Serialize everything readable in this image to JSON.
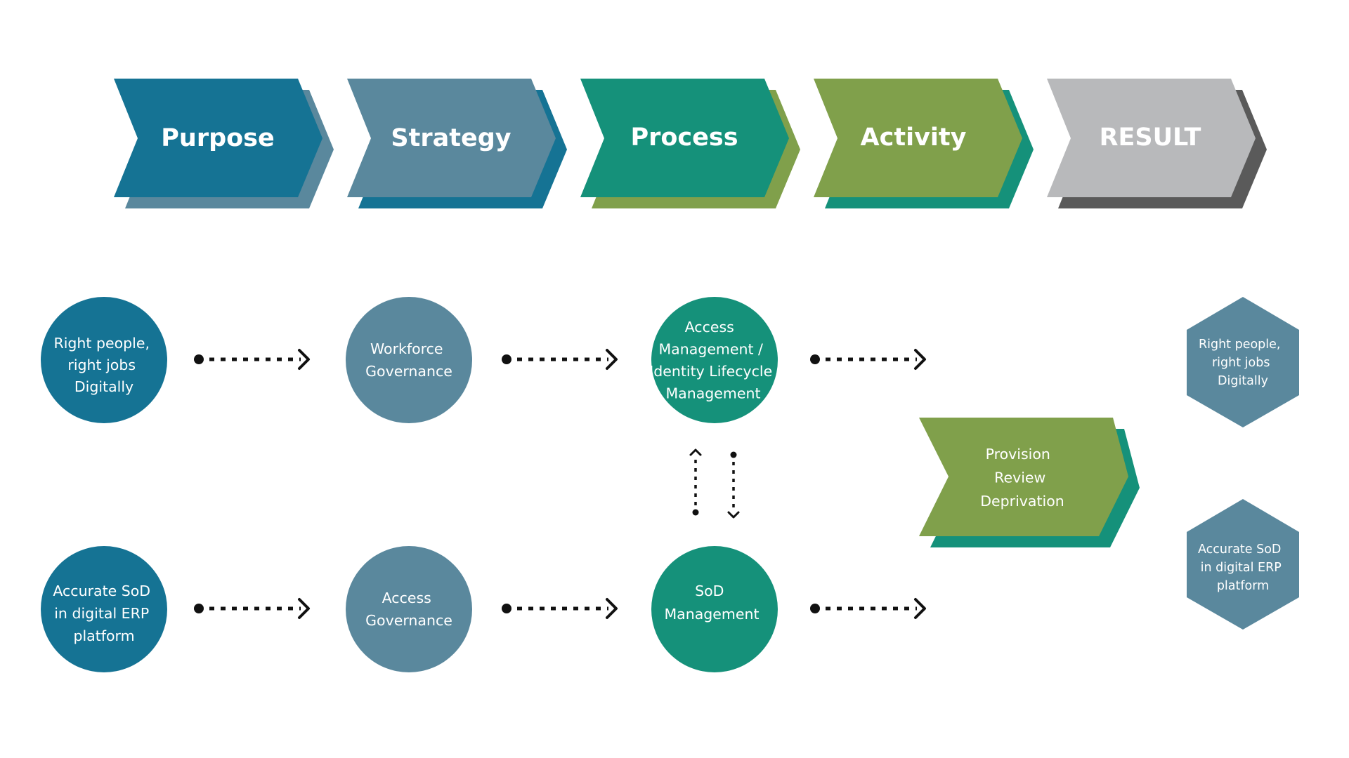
{
  "colors": {
    "purpose": "#157394",
    "strategy": "#5a889d",
    "process": "#15917a",
    "activity": "#80a04b",
    "result": "#b8b9bb",
    "result_shadow": "#5a5a5a",
    "connector": "#111111",
    "text": "#ffffff"
  },
  "header": {
    "purpose": "Purpose",
    "strategy": "Strategy",
    "process": "Process",
    "activity": "Activity",
    "result": "RESULT"
  },
  "nodes": {
    "purpose_top": [
      "Right people,",
      "right jobs",
      "Digitally"
    ],
    "purpose_bottom": [
      "Accurate SoD",
      "in digital ERP",
      "platform"
    ],
    "strategy_top": [
      "Workforce",
      "Governance"
    ],
    "strategy_bottom": [
      "Access",
      "Governance"
    ],
    "process_top": [
      "Access",
      "Management /",
      "Identity Lifecycle",
      "Management"
    ],
    "process_bottom": [
      "SoD",
      "Management"
    ],
    "activity": [
      "Provision",
      "Review",
      "Deprivation"
    ],
    "result_top": [
      "Right people,",
      "right jobs",
      "Digitally"
    ],
    "result_bottom": [
      "Accurate SoD",
      "in digital ERP",
      "platform"
    ]
  }
}
